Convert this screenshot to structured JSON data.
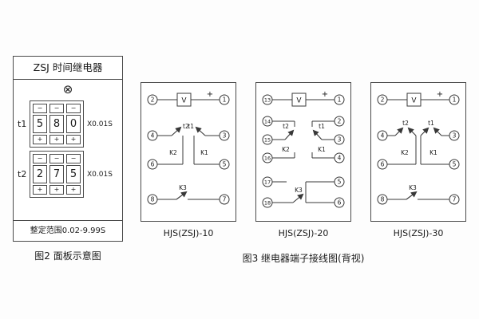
{
  "figure2": {
    "caption": "图2 面板示意图",
    "panel": {
      "title": "ZSJ 时间继电器",
      "lamp_symbol": "⊗",
      "minus": "−",
      "plus": "+",
      "range": "整定范围0.02-9.99S",
      "rows": [
        {
          "label": "t1",
          "digits": [
            "5",
            "8",
            "0"
          ],
          "multiplier": "X0.01S"
        },
        {
          "label": "t2",
          "digits": [
            "2",
            "7",
            "5"
          ],
          "multiplier": "X0.01S"
        }
      ]
    }
  },
  "figure3": {
    "caption": "图3 继电器端子接线图(背视)",
    "diagrams": [
      {
        "label": "HJS(ZSJ)-10",
        "v": "V",
        "plus": "+",
        "terminals": {
          "top_left": "2",
          "top_right": "1",
          "mid_left_top": "4",
          "mid_left_bottom": "6",
          "mid_right_top": "3",
          "mid_right_bottom": "5",
          "bottom_left": "8",
          "bottom_right": "7"
        },
        "contacts": {
          "left": "t2",
          "left_coil": "K2",
          "right": "t1",
          "right_coil": "K1",
          "bottom": "K3"
        }
      },
      {
        "label": "HJS(ZSJ)-20",
        "v": "V",
        "plus": "+",
        "terminals": {
          "top_left": "13",
          "top_right": "1",
          "left_col": [
            "14",
            "15",
            "16"
          ],
          "right_col": [
            "2",
            "3",
            "4"
          ],
          "bottom_left_col": [
            "17",
            "18"
          ],
          "bottom_right_col": [
            "5",
            "6"
          ]
        },
        "contacts": {
          "left": "t2",
          "left_coil": "K2",
          "right": "t1",
          "right_coil": "K1",
          "bottom": "K3"
        }
      },
      {
        "label": "HJS(ZSJ)-30",
        "v": "V",
        "plus": "+",
        "terminals": {
          "top_left": "2",
          "top_right": "1",
          "mid_left_top": "4",
          "mid_left_bottom": "6",
          "mid_right_top": "3",
          "mid_right_bottom": "5",
          "bottom_left": "8",
          "bottom_right": "7"
        },
        "contacts": {
          "left": "t2",
          "left_coil": "K2",
          "right": "t1",
          "right_coil": "K1",
          "bottom": "K3"
        }
      }
    ]
  }
}
